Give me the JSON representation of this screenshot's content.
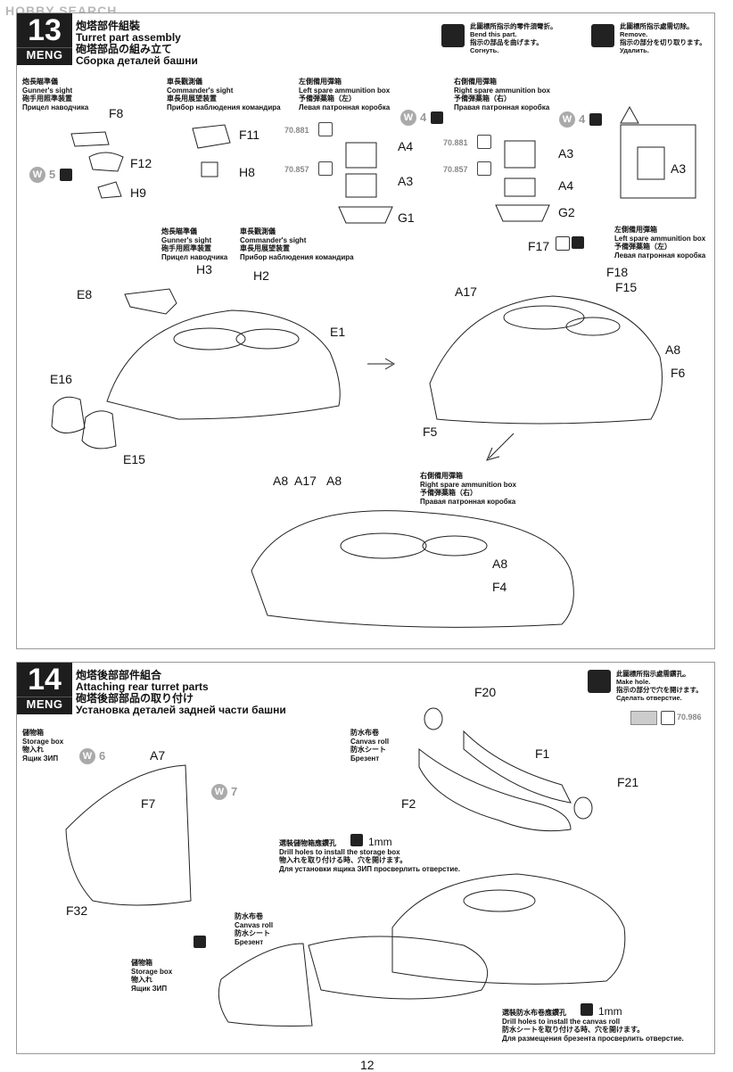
{
  "watermark": "HOBBY SEARCH",
  "brand": "MENG",
  "page_number": "12",
  "step13": {
    "number": "13",
    "title_zh": "炮塔部件組裝",
    "title_en": "Turret part assembly",
    "title_ja": "砲塔部品の組み立て",
    "title_ru": "Сборка деталей башни",
    "notice_bend": {
      "zh": "此圖標所指示的零件須彎折。",
      "en": "Bend this part.",
      "ja": "指示の部品を曲げます。",
      "ru": "Согнуть."
    },
    "notice_remove": {
      "zh": "此圖標所指示處需切除。",
      "en": "Remove.",
      "ja": "指示の部分を切り取ります。",
      "ru": "Удалить."
    },
    "labels": {
      "gunner": {
        "zh": "炮長瞄準儀",
        "en": "Gunner's sight",
        "ja": "砲手用照準装置",
        "ru": "Прицел наводчика"
      },
      "commander": {
        "zh": "車長觀測儀",
        "en": "Commander's sight",
        "ja": "車長用展望装置",
        "ru": "Прибор наблюдения командира"
      },
      "left_box": {
        "zh": "左側備用彈箱",
        "en": "Left spare ammunition box",
        "ja": "予備弾薬箱（左）",
        "ru": "Левая патронная коробка"
      },
      "right_box": {
        "zh": "右側備用彈箱",
        "en": "Right spare ammunition box",
        "ja": "予備弾薬箱（右）",
        "ru": "Правая патронная коробка"
      }
    },
    "paints": {
      "a": "70.881",
      "b": "70.857"
    },
    "w_codes": {
      "w5": "5",
      "w4": "4"
    },
    "parts": [
      "F8",
      "F12",
      "H9",
      "F11",
      "H8",
      "A4",
      "A3",
      "G1",
      "G2",
      "H3",
      "H2",
      "E8",
      "E1",
      "E16",
      "E15",
      "F17",
      "F18",
      "F15",
      "A17",
      "A8",
      "F6",
      "F5",
      "F4"
    ]
  },
  "step14": {
    "number": "14",
    "title_zh": "炮塔後部部件組合",
    "title_en": "Attaching rear turret parts",
    "title_ja": "砲塔後部部品の取り付け",
    "title_ru": "Установка деталей задней части башни",
    "notice_hole": {
      "zh": "此圖標所指示處需鑽孔。",
      "en": "Make hole.",
      "ja": "指示の部分で穴を開けます。",
      "ru": "Сделать отверстие."
    },
    "paint": "70.986",
    "labels": {
      "storage": {
        "zh": "儲物箱",
        "en": "Storage box",
        "ja": "物入れ",
        "ru": "Ящик ЗИП"
      },
      "canvas": {
        "zh": "防水布卷",
        "en": "Canvas roll",
        "ja": "防水シート",
        "ru": "Брезент"
      },
      "drill_storage": {
        "zh": "選裝儲物箱應鑽孔",
        "en": "Drill holes to install the storage box",
        "ja": "物入れを取り付ける時、穴を開けます。",
        "ru": "Для установки ящика ЗИП просверлить отверстие."
      },
      "drill_canvas": {
        "zh": "選裝防水布卷應鑽孔",
        "en": "Drill holes to install the canvas roll",
        "ja": "防水シートを取り付ける時、穴を開けます。",
        "ru": "Для размещения брезента просверлить отверстие."
      }
    },
    "drill_size": "1mm",
    "w_codes": {
      "w6": "6",
      "w7": "7"
    },
    "parts": [
      "F20",
      "F1",
      "F2",
      "F21",
      "A7",
      "F7",
      "F32"
    ]
  }
}
